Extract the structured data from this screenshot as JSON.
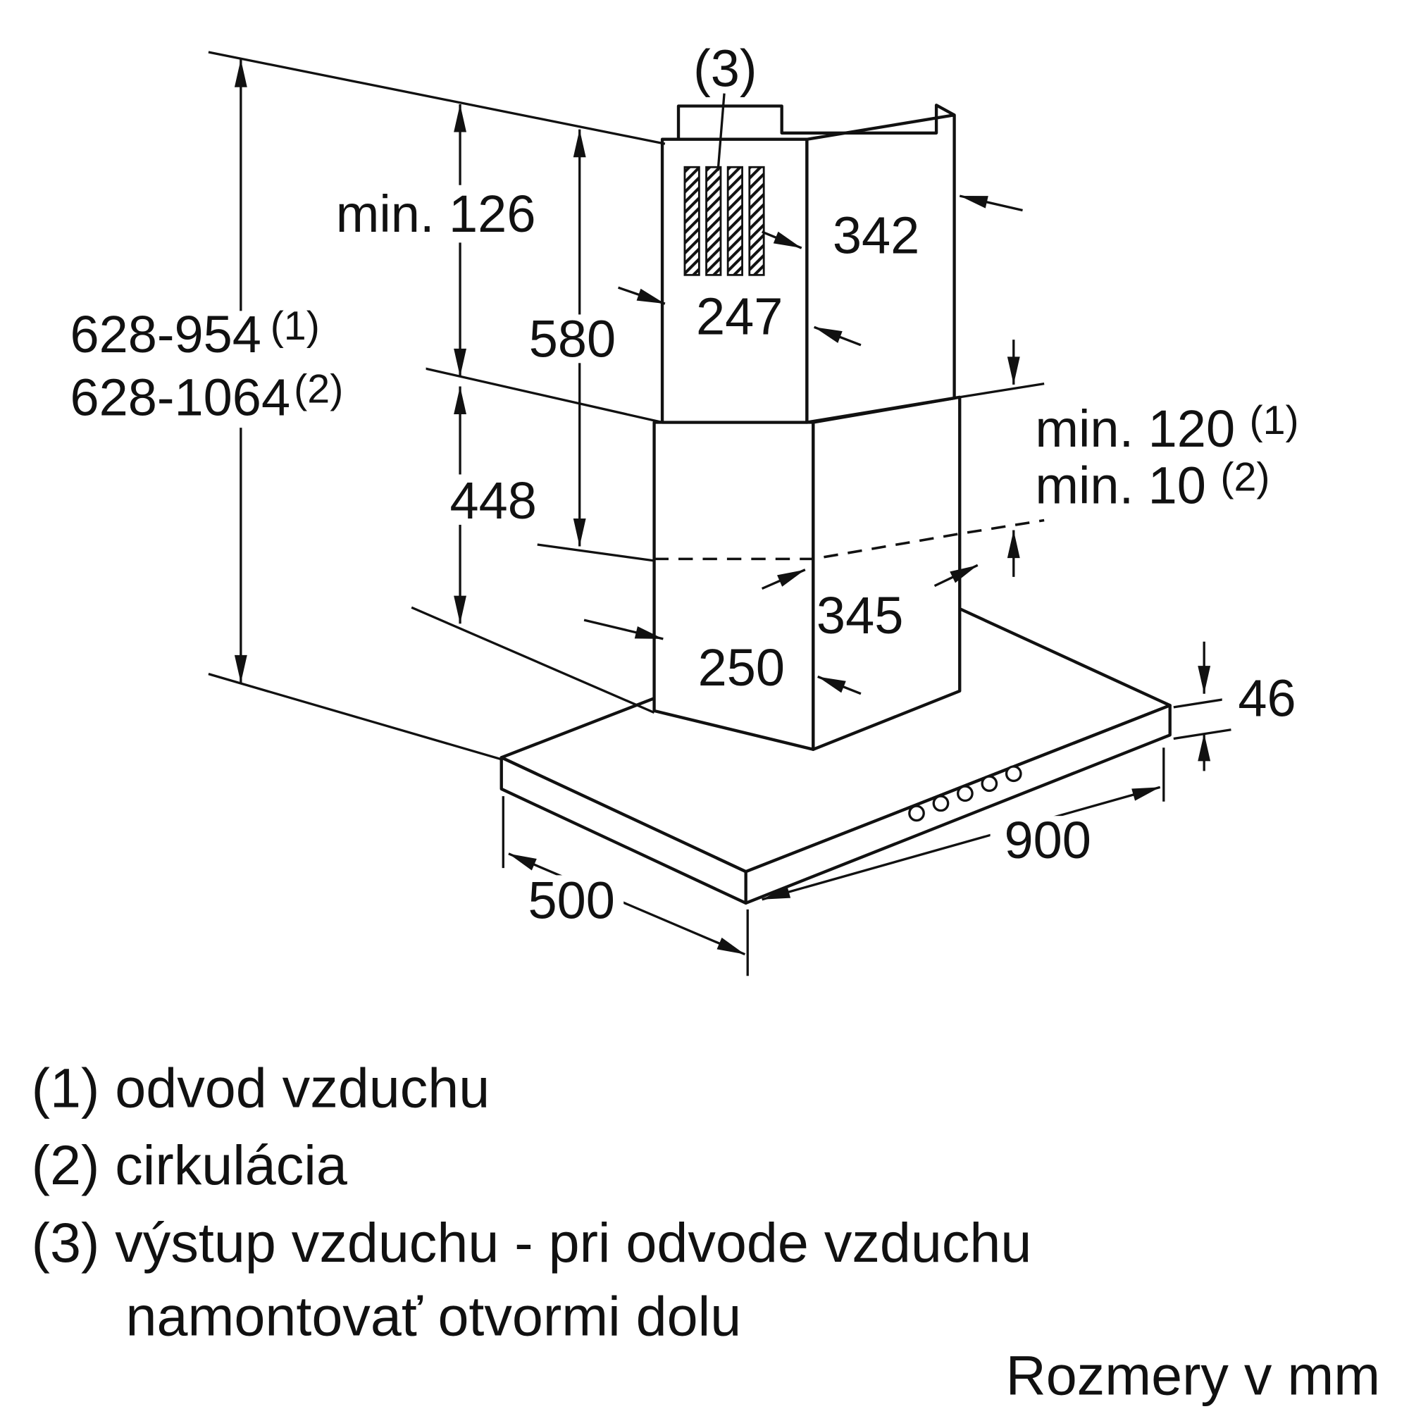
{
  "diagram": {
    "callout_3": "(3)",
    "min_126": "min. 126",
    "overall_1": {
      "value": "628-954",
      "sup": "(1)"
    },
    "overall_2": {
      "value": "628-1064",
      "sup": "(2)"
    },
    "d580": "580",
    "d247": "247",
    "d342": "342",
    "d448": "448",
    "min_120": {
      "value": "min. 120",
      "sup": "(1)"
    },
    "min_10": {
      "value": "min. 10",
      "sup": "(2)"
    },
    "d345": "345",
    "d250": "250",
    "d46": "46",
    "d900": "900",
    "d500": "500"
  },
  "legend": {
    "line1": "(1) odvod vzduchu",
    "line2": "(2) cirkulácia",
    "line3": "(3) výstup vzduchu - pri odvode vzduchu",
    "line4": "namontovať otvormi dolu",
    "units": "Rozmery v mm"
  },
  "colors": {
    "line": "#111111",
    "background": "#ffffff"
  }
}
